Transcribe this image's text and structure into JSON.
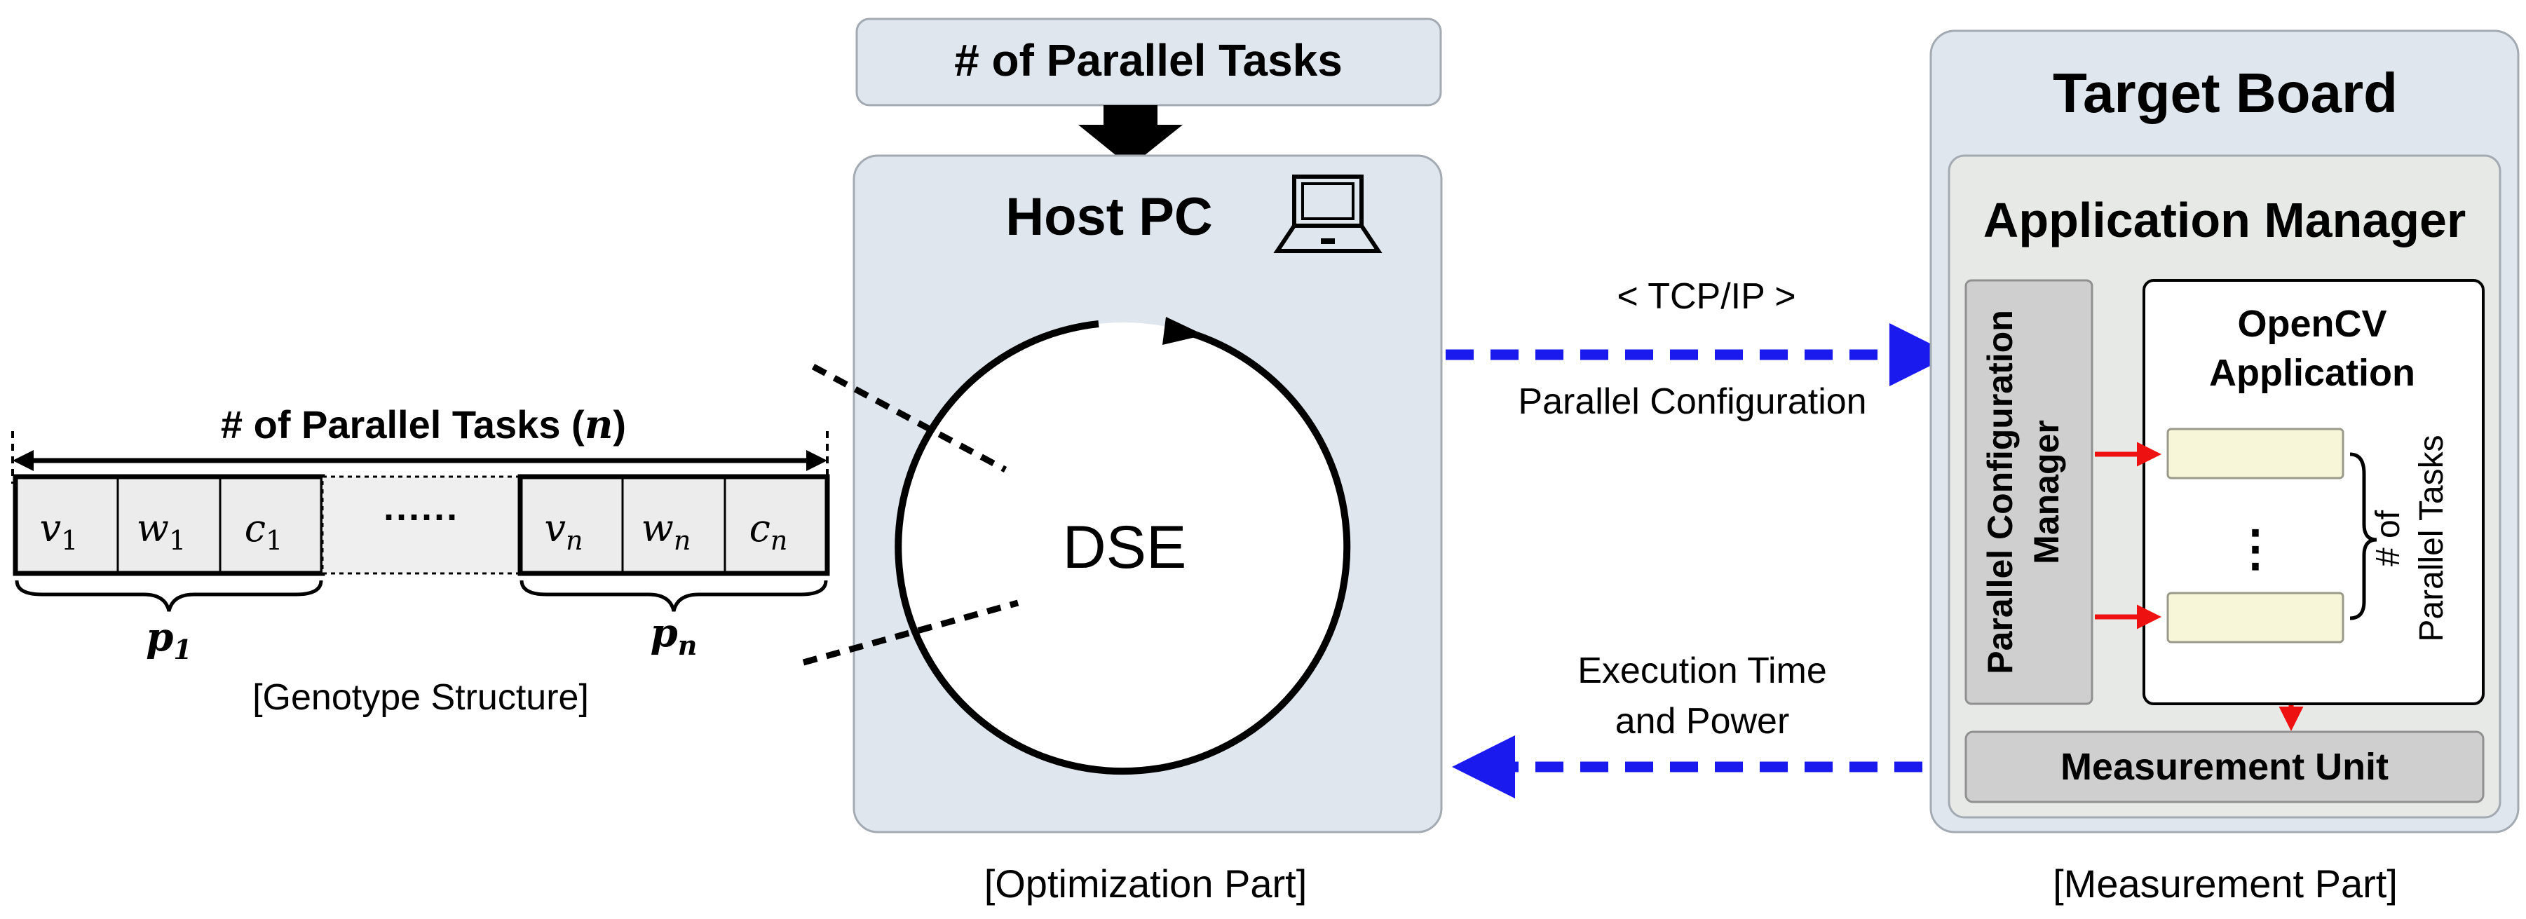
{
  "input_box": {
    "label": "# of Parallel Tasks"
  },
  "host_pc": {
    "title": "Host PC",
    "icon": "laptop-icon",
    "dse_label": "DSE"
  },
  "genotype": {
    "title_text": "# of Parallel Tasks (",
    "title_var": "n",
    "title_close": ")",
    "groups": [
      {
        "cells": [
          {
            "base": "v",
            "sub": "1"
          },
          {
            "base": "w",
            "sub": "1"
          },
          {
            "base": "c",
            "sub": "1"
          }
        ],
        "brace_label_base": "p",
        "brace_label_sub": "1"
      },
      {
        "cells": [
          {
            "base": "v",
            "sub": "n"
          },
          {
            "base": "w",
            "sub": "n"
          },
          {
            "base": "c",
            "sub": "n"
          }
        ],
        "brace_label_base": "p",
        "brace_label_sub": "n"
      }
    ],
    "ellipsis": "······",
    "caption": "[Genotype Structure]"
  },
  "links": {
    "protocol": "< TCP/IP >",
    "forward_label": "Parallel Configuration",
    "backward_label_line1": "Execution Time",
    "backward_label_line2": "and Power"
  },
  "target_board": {
    "title": "Target Board",
    "app_manager_title": "Application Manager",
    "config_manager_line1": "Parallel Configuration",
    "config_manager_line2": "Manager",
    "opencv_line1": "OpenCV",
    "opencv_line2": "Application",
    "vertical_dots": "⋮",
    "brace_label_line1": "# of",
    "brace_label_line2": "Parallel Tasks",
    "measurement_unit": "Measurement Unit"
  },
  "captions": {
    "optimization": "[Optimization Part]",
    "measurement": "[Measurement Part]"
  },
  "colors": {
    "panel_fill": "#dfe6ee",
    "panel_stroke": "#a3aab2",
    "inner_panel_fill": "#e6e9e6",
    "gray_box_fill": "#cfcfcf",
    "task_fill": "#f8f6d8",
    "blue_arrow": "#1a1aee",
    "red_arrow": "#ee1111"
  }
}
